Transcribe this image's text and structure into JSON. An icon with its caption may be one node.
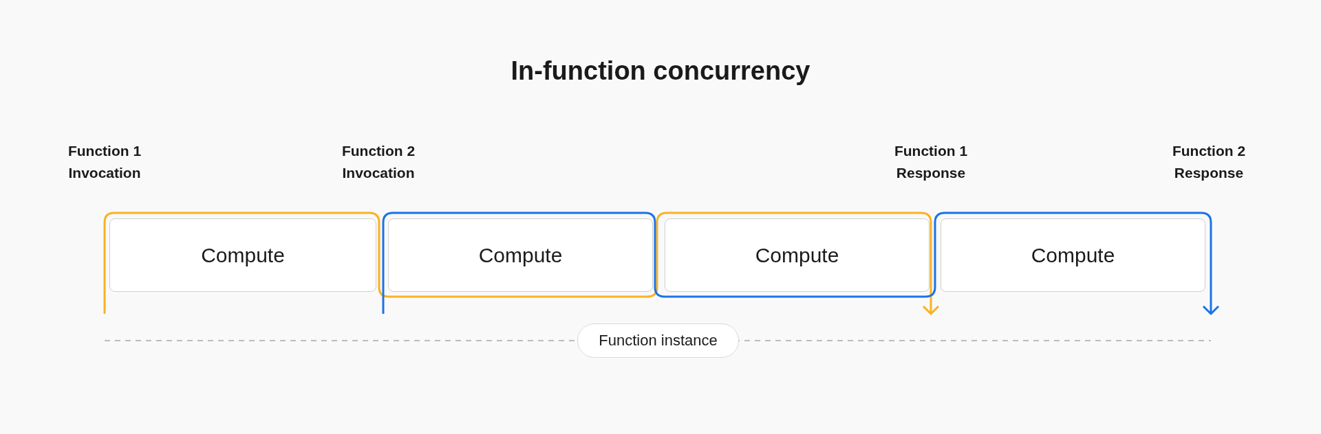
{
  "diagram": {
    "title": "In-function concurrency",
    "nodes": [
      {
        "text": [
          "Compute"
        ]
      },
      {
        "text": [
          "Compute"
        ]
      },
      {
        "text": [
          "Compute"
        ]
      },
      {
        "text": [
          "Compute"
        ]
      },
      {
        "text": [
          "Function instance"
        ]
      }
    ],
    "labels": [
      "Function 1 Invocation",
      "Function 2 Invocation",
      "Function 1 Response",
      "Function 2 Response"
    ]
  }
}
